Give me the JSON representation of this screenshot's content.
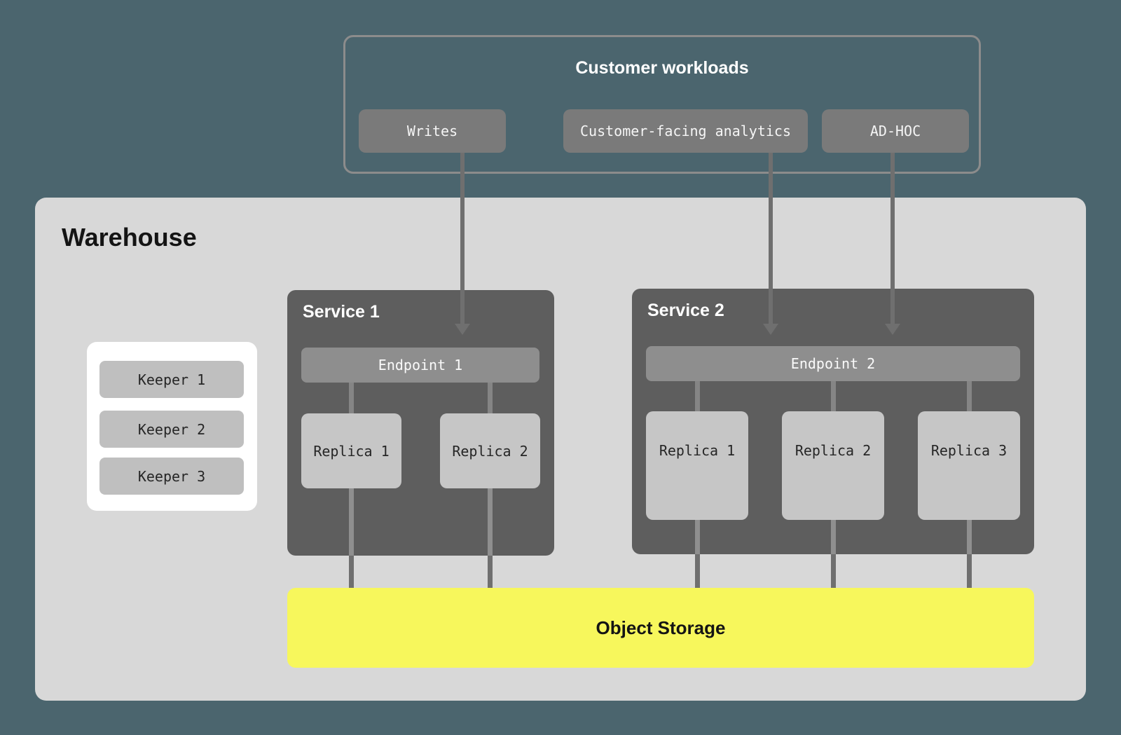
{
  "colors": {
    "background": "#4b656e",
    "warehouse_bg": "#d8d8d8",
    "service_bg": "#5e5e5e",
    "endpoint_bg": "#8e8e8e",
    "replica_bg": "#c6c6c6",
    "keeper_panel_bg": "#ffffff",
    "keeper_bg": "#bfbfbf",
    "workload_button_bg": "#7a7a7a",
    "object_storage_bg": "#f7f75c",
    "connector_gray": "#6f6f6f",
    "border_gray": "#8c8c8c"
  },
  "customer_workloads": {
    "title": "Customer workloads",
    "buttons": [
      {
        "label": "Writes"
      },
      {
        "label": "Customer-facing analytics"
      },
      {
        "label": "AD-HOC"
      }
    ]
  },
  "warehouse": {
    "title": "Warehouse",
    "keepers": [
      "Keeper 1",
      "Keeper 2",
      "Keeper 3"
    ],
    "services": [
      {
        "title": "Service 1",
        "endpoint": "Endpoint 1",
        "replicas": [
          "Replica 1",
          "Replica 2"
        ]
      },
      {
        "title": "Service 2",
        "endpoint": "Endpoint 2",
        "replicas": [
          "Replica 1",
          "Replica 2",
          "Replica 3"
        ]
      }
    ],
    "object_storage": "Object Storage"
  }
}
